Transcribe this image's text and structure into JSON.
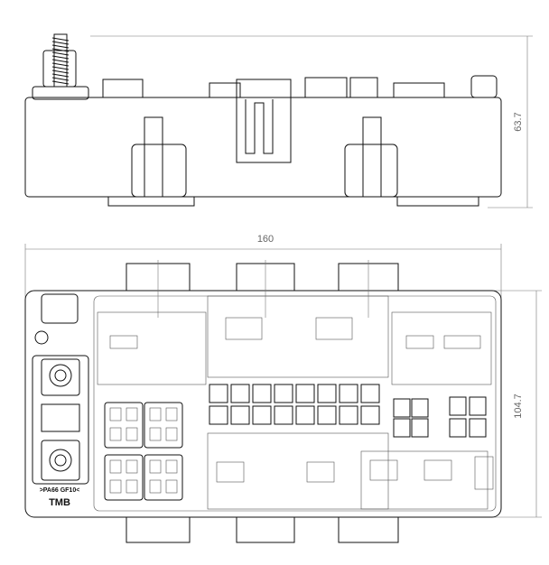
{
  "dimensions": {
    "height_top_view": "63.7",
    "width": "160",
    "depth": "104.7"
  },
  "labels": {
    "material": ">PA66 GF10<",
    "part_code": "TMB"
  }
}
